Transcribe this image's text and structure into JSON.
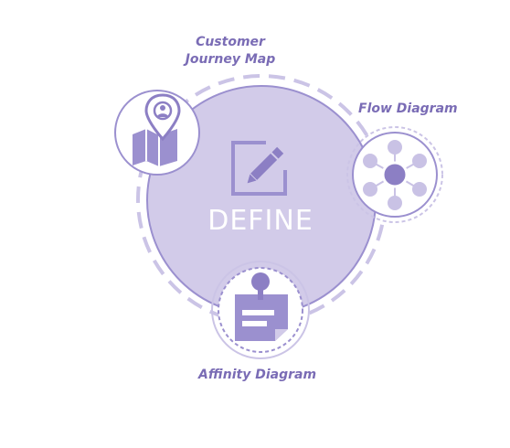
{
  "center": {
    "label": "DEFINE",
    "icon": "edit-icon"
  },
  "satellites": [
    {
      "key": "customer_journey_map",
      "label_line1": "Customer",
      "label_line2": "Journey Map",
      "icon": "map-location-icon"
    },
    {
      "key": "flow_diagram",
      "label": "Flow Diagram",
      "icon": "network-nodes-icon"
    },
    {
      "key": "affinity_diagram",
      "label": "Affinity Diagram",
      "icon": "sticky-note-icon"
    }
  ],
  "colors": {
    "main_fill": "#d2cbe9",
    "accent": "#9b90cf",
    "dashed_ring": "#cbc4e6",
    "label_text": "#7a6cb5",
    "icon_fill": "#8c7fc4",
    "center_text": "#ffffff"
  }
}
